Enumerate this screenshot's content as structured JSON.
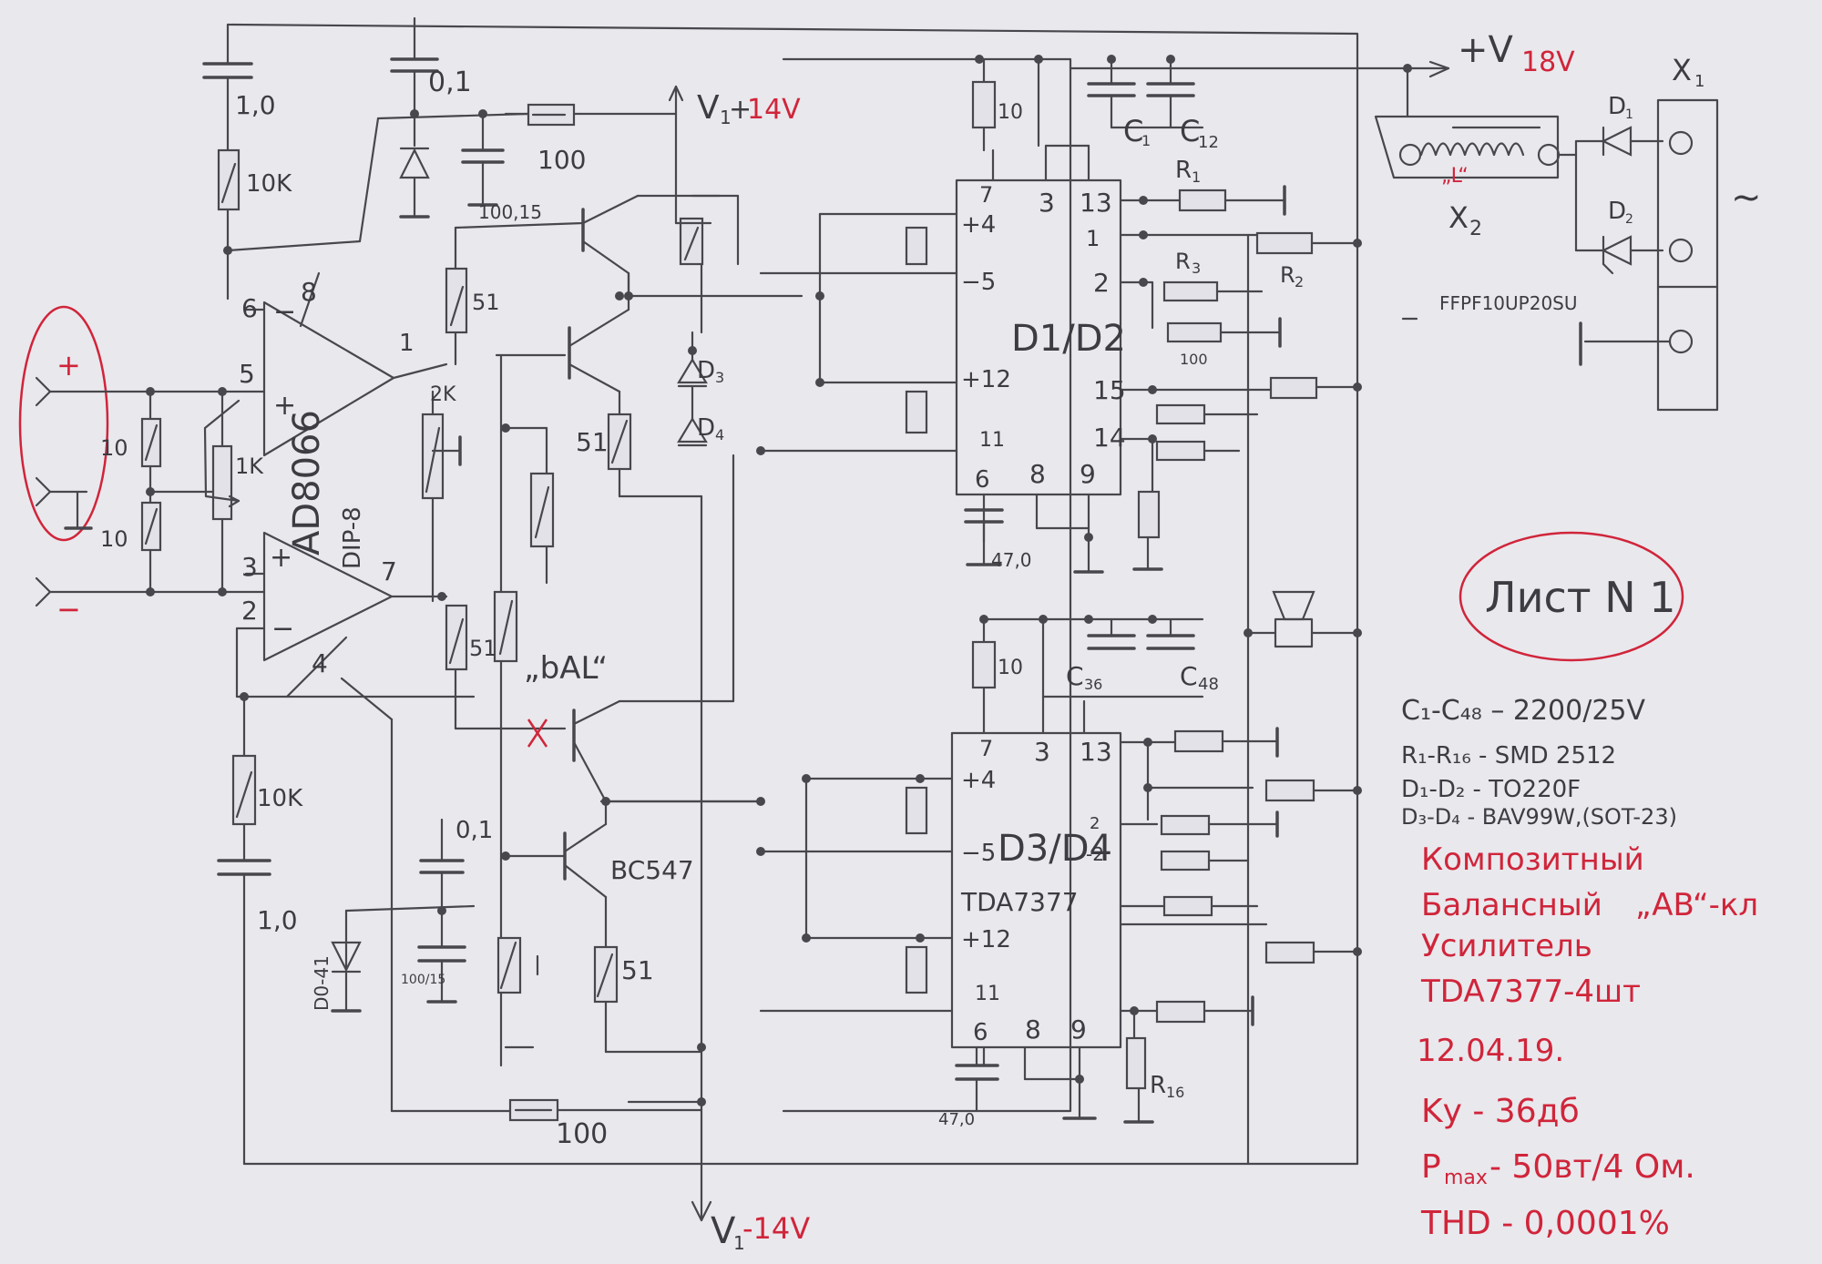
{
  "labels": {
    "c_top_left": "1,0",
    "r_10k_top": "10K",
    "c_01_top": "0,1",
    "r_100_top": "100",
    "c_100_15_top": "100,15",
    "v_plus": "V",
    "v_plus_sub": "1",
    "v_plus_sign": "+",
    "v_plus_val": "14V",
    "plus_v": "+V",
    "plus_v_val": "18V",
    "x1": "X",
    "x1_sub": "1",
    "x2": "X",
    "x2_sub": "2",
    "d1": "D",
    "d1_sub": "1",
    "d2": "D",
    "d2_sub": "2",
    "coil": "„L“",
    "part_no": "FFPF10UP20SU",
    "ac": "~",
    "pin8": "8",
    "pin1": "1",
    "pin6": "6",
    "pin5": "5",
    "pin3": "3",
    "pin2": "2",
    "pin7": "7",
    "pin4": "4",
    "plus_in": "+",
    "minus_in": "−",
    "r_10_a": "10",
    "r_10_b": "10",
    "r_1k": "1K",
    "opamp": "AD8066",
    "dip": "DIP-8",
    "r_51_a": "51",
    "r_2k": "2K",
    "r_51_b": "51",
    "r_51_c": "51",
    "d3": "D",
    "d3_sub": "3",
    "d4": "D",
    "d4_sub": "4",
    "bal": "„bAL“",
    "r_10k_bot": "10K",
    "c_bot_left": "1,0",
    "c_01_bot": "0,1",
    "zener": "D0-41",
    "c_100_15_bot": "100/15",
    "bc547": "BC547",
    "r_51_d": "51",
    "r_100_bot": "100",
    "v_minus": "V",
    "v_minus_sub": "1",
    "v_minus_val": "-14V",
    "r_10_c": "10",
    "c1": "C",
    "c1_sub": "1",
    "c12": "C",
    "c12_sub": "12",
    "ic1_p7": "7",
    "ic1_p3": "3",
    "ic1_p13": "13",
    "ic1_p4": "+4",
    "ic1_p5": "−5",
    "ic1_p12": "+12",
    "ic1_p11": "11",
    "ic1_p6": "6",
    "ic1_p8": "8",
    "ic1_p9": "9",
    "ic1_p2": "2",
    "ic1_p15": "15",
    "ic1_p14": "14",
    "ic1_p1": "1",
    "ic1_name": "D1/D2",
    "r1": "R",
    "r1_sub": "1",
    "r2": "R",
    "r2_sub": "2",
    "r3": "R",
    "r3_sub": "3",
    "r_100_ic": "100",
    "c_47_top": "47,0",
    "r_10_d": "10",
    "c36": "C",
    "c36_sub": "36",
    "c48": "C",
    "c48_sub": "48",
    "ic2_p7": "7",
    "ic2_p3": "3",
    "ic2_p13": "13",
    "ic2_p4": "+4",
    "ic2_p5": "−5",
    "ic2_p12": "+12",
    "ic2_p11": "11",
    "ic2_p6": "6",
    "ic2_p8": "8",
    "ic2_p9": "9",
    "ic2_name": "D3/D4",
    "ic2_type": "TDA7377",
    "ic2_side": "2",
    "ic2_side2": "-2",
    "r16": "R",
    "r16_sub": "16",
    "c_47_bot": "47,0"
  },
  "notes": {
    "sheet": "Лист N 1",
    "caps": "C₁-C₄₈ – 2200/25V",
    "res": "R₁-R₁₆ - SMD 2512",
    "diodes1": "D₁-D₂    - TO220F",
    "diodes2": "D₃-D₄   - BAV99W,(SOT-23)",
    "title1": "Композитный",
    "title2": "Балансный",
    "title_ab": "„AB“-кл",
    "title3": "Усилитель",
    "title4": "TDA7377-4шт",
    "date": "12.04.19.",
    "gain": "Kу - 36дб",
    "pmax": "P",
    "pmax_sub": "max",
    "pmax_val": "- 50вт/4 Ом.",
    "thd": "THD  - 0,0001%"
  },
  "colors": {
    "paper": "#e9e8ed",
    "pencil": "#47474d",
    "red_ink": "#d0253a"
  }
}
